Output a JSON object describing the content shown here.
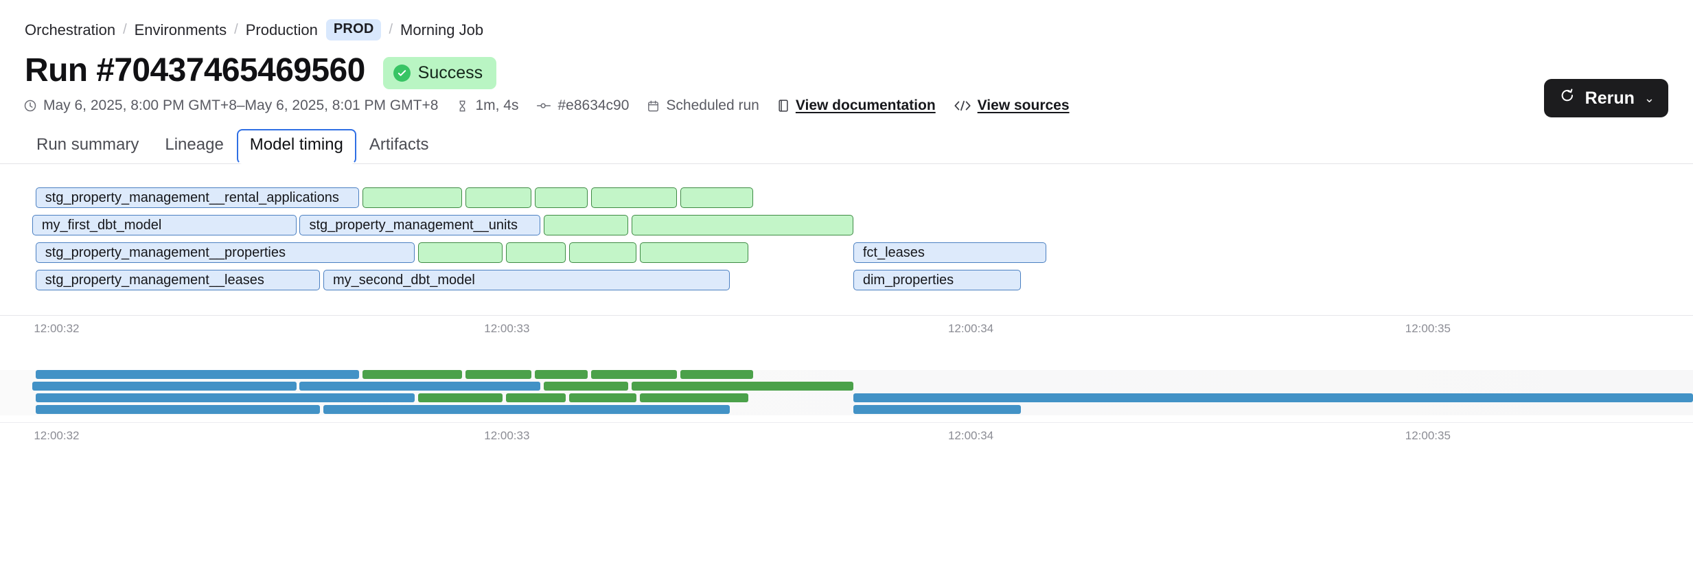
{
  "breadcrumb": {
    "items": [
      {
        "label": "Orchestration",
        "type": "link"
      },
      {
        "label": "Environments",
        "type": "link"
      },
      {
        "label": "Production",
        "type": "link"
      },
      {
        "label": "PROD",
        "type": "badge"
      },
      {
        "label": "Morning Job",
        "type": "text"
      }
    ],
    "separator": "/"
  },
  "header": {
    "title": "Run #70437465469560",
    "status": {
      "label": "Success",
      "icon": "check-circle-icon",
      "bg": "#b9f5c3",
      "dot": "#38c464"
    },
    "rerun": {
      "label": "Rerun",
      "icon": "refresh-icon",
      "chevron": "⌄",
      "bg": "#1c1c1e"
    }
  },
  "meta": {
    "timerange": {
      "icon": "clock-icon",
      "label": "May 6, 2025, 8:00 PM GMT+8–May 6, 2025, 8:01 PM GMT+8"
    },
    "duration": {
      "icon": "hourglass-icon",
      "label": "1m, 4s"
    },
    "commit": {
      "icon": "commit-icon",
      "label": "#e8634c90"
    },
    "trigger": {
      "icon": "calendar-icon",
      "label": "Scheduled run"
    },
    "docs": {
      "icon": "book-icon",
      "label": "View documentation"
    },
    "sources": {
      "icon": "code-icon",
      "label": "View sources"
    }
  },
  "tabs": [
    {
      "label": "Run summary",
      "active": false
    },
    {
      "label": "Lineage",
      "active": false
    },
    {
      "label": "Model timing",
      "active": true
    },
    {
      "label": "Artifacts",
      "active": false
    }
  ],
  "chart_data": {
    "type": "bar",
    "title": "Model timing",
    "xlabel": "",
    "ylabel": "",
    "grid": false,
    "legend": null,
    "x_axis": {
      "ticks": [
        "12:00:32",
        "12:00:33",
        "12:00:34",
        "12:00:35"
      ],
      "tick_positions_pct": [
        2.0,
        28.6,
        56.0,
        83.0
      ]
    },
    "colors": {
      "model_fill": "#ddeafb",
      "model_border": "#4a7fc1",
      "test_fill": "#c3f5c8",
      "test_border": "#3d8a43",
      "mini_model": "#4292c6",
      "mini_test": "#4ba14a"
    },
    "rows": [
      {
        "index": 0,
        "bars": [
          {
            "label": "stg_property_management__rental_applications",
            "kind": "model",
            "start_pct": 2.1,
            "width_pct": 19.1
          },
          {
            "label": "",
            "kind": "test",
            "start_pct": 21.4,
            "width_pct": 5.9
          },
          {
            "label": "",
            "kind": "test",
            "start_pct": 27.5,
            "width_pct": 3.9
          },
          {
            "label": "",
            "kind": "test",
            "start_pct": 31.6,
            "width_pct": 3.1
          },
          {
            "label": "",
            "kind": "test",
            "start_pct": 34.9,
            "width_pct": 5.1
          },
          {
            "label": "",
            "kind": "test",
            "start_pct": 40.2,
            "width_pct": 4.3
          }
        ]
      },
      {
        "index": 1,
        "bars": [
          {
            "label": "my_first_dbt_model",
            "kind": "model",
            "start_pct": 1.9,
            "width_pct": 15.6
          },
          {
            "label": "stg_property_management__units",
            "kind": "model",
            "start_pct": 17.7,
            "width_pct": 14.2
          },
          {
            "label": "",
            "kind": "test",
            "start_pct": 32.1,
            "width_pct": 5.0
          },
          {
            "label": "",
            "kind": "test",
            "start_pct": 37.3,
            "width_pct": 13.1
          }
        ]
      },
      {
        "index": 2,
        "bars": [
          {
            "label": "stg_property_management__properties",
            "kind": "model",
            "start_pct": 2.1,
            "width_pct": 22.4
          },
          {
            "label": "",
            "kind": "test",
            "start_pct": 24.7,
            "width_pct": 5.0
          },
          {
            "label": "",
            "kind": "test",
            "start_pct": 29.9,
            "width_pct": 3.5
          },
          {
            "label": "",
            "kind": "test",
            "start_pct": 33.6,
            "width_pct": 4.0
          },
          {
            "label": "",
            "kind": "test",
            "start_pct": 37.8,
            "width_pct": 6.4
          },
          {
            "label": "fct_leases",
            "kind": "model",
            "start_pct": 50.4,
            "width_pct": 11.4
          }
        ]
      },
      {
        "index": 3,
        "bars": [
          {
            "label": "stg_property_management__leases",
            "kind": "model",
            "start_pct": 2.1,
            "width_pct": 16.8
          },
          {
            "label": "my_second_dbt_model",
            "kind": "model",
            "start_pct": 19.1,
            "width_pct": 24.0
          },
          {
            "label": "dim_properties",
            "kind": "model",
            "start_pct": 50.4,
            "width_pct": 9.9
          }
        ]
      }
    ],
    "minimap_rows": [
      {
        "index": 0,
        "bars": [
          {
            "kind": "model",
            "start_pct": 2.1,
            "width_pct": 19.1
          },
          {
            "kind": "test",
            "start_pct": 21.4,
            "width_pct": 5.9
          },
          {
            "kind": "test",
            "start_pct": 27.5,
            "width_pct": 3.9
          },
          {
            "kind": "test",
            "start_pct": 31.6,
            "width_pct": 3.1
          },
          {
            "kind": "test",
            "start_pct": 34.9,
            "width_pct": 5.1
          },
          {
            "kind": "test",
            "start_pct": 40.2,
            "width_pct": 4.3
          }
        ]
      },
      {
        "index": 1,
        "bars": [
          {
            "kind": "model",
            "start_pct": 1.9,
            "width_pct": 15.6
          },
          {
            "kind": "model",
            "start_pct": 17.7,
            "width_pct": 14.2
          },
          {
            "kind": "test",
            "start_pct": 32.1,
            "width_pct": 5.0
          },
          {
            "kind": "test",
            "start_pct": 37.3,
            "width_pct": 13.1
          }
        ]
      },
      {
        "index": 2,
        "bars": [
          {
            "kind": "model",
            "start_pct": 2.1,
            "width_pct": 22.4
          },
          {
            "kind": "test",
            "start_pct": 24.7,
            "width_pct": 5.0
          },
          {
            "kind": "test",
            "start_pct": 29.9,
            "width_pct": 3.5
          },
          {
            "kind": "test",
            "start_pct": 33.6,
            "width_pct": 4.0
          },
          {
            "kind": "test",
            "start_pct": 37.8,
            "width_pct": 6.4
          },
          {
            "kind": "model",
            "start_pct": 50.4,
            "width_pct": 49.6
          }
        ]
      },
      {
        "index": 3,
        "bars": [
          {
            "kind": "model",
            "start_pct": 2.1,
            "width_pct": 16.8
          },
          {
            "kind": "model",
            "start_pct": 19.1,
            "width_pct": 24.0
          },
          {
            "kind": "model",
            "start_pct": 50.4,
            "width_pct": 9.9
          }
        ]
      }
    ],
    "minimap_axis": {
      "ticks": [
        "12:00:32",
        "12:00:33",
        "12:00:34",
        "12:00:35"
      ],
      "tick_positions_pct": [
        2.0,
        28.6,
        56.0,
        83.0
      ]
    }
  }
}
